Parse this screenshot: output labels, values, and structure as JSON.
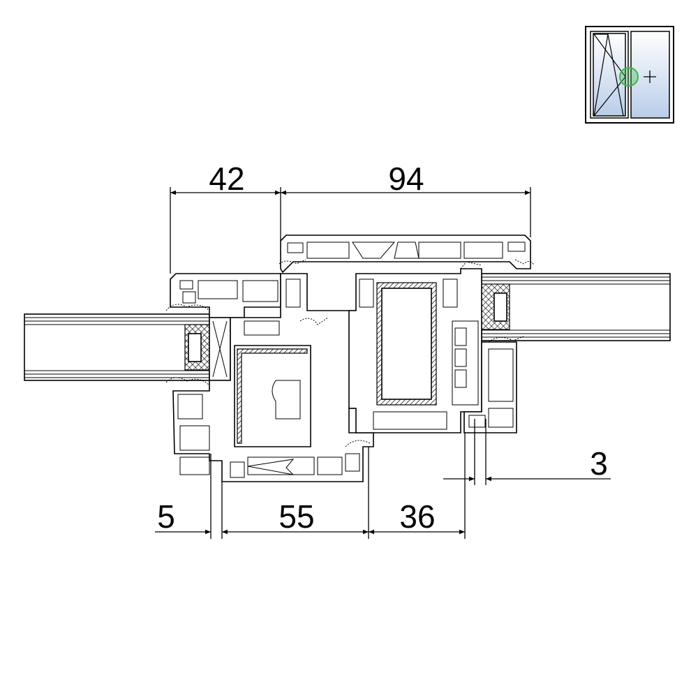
{
  "drawing": {
    "dimensions": {
      "top_left": "42",
      "top_right": "94",
      "bottom_1": "5",
      "bottom_2": "55",
      "bottom_3": "36",
      "right_gap": "3"
    },
    "legend_icon": "window-tilt-turn-fixed-icon",
    "colors": {
      "highlight": "#3cb54a",
      "glass": "#b9cde8"
    }
  }
}
